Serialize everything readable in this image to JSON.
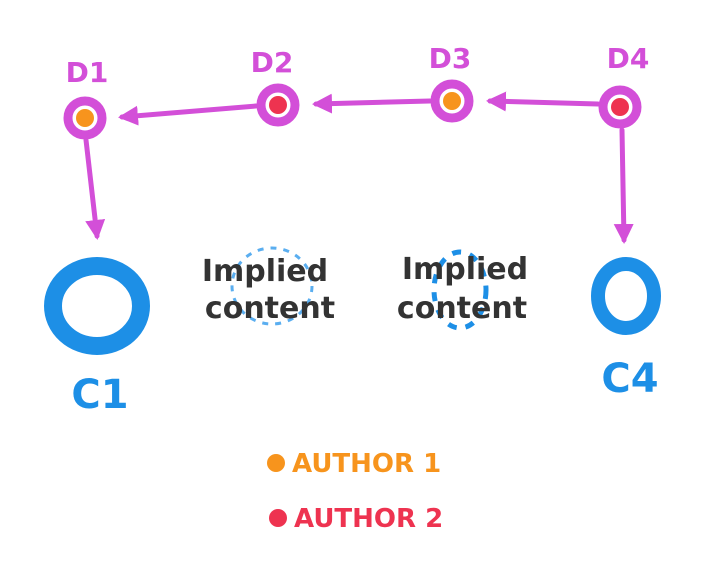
{
  "colors": {
    "magenta": "#d34fd8",
    "author1": "#f7941d",
    "author2": "#ee3350",
    "blue": "#1d8fe6",
    "ink": "#333333"
  },
  "nodes": [
    {
      "label": "D1",
      "author": "author1"
    },
    {
      "label": "D2",
      "author": "author2"
    },
    {
      "label": "D3",
      "author": "author1"
    },
    {
      "label": "D4",
      "author": "author2"
    }
  ],
  "content": [
    {
      "label": "C1"
    },
    {
      "label": "C4"
    }
  ],
  "implied": [
    {
      "line1": "Implied",
      "line2": "content"
    },
    {
      "line1": "Implied",
      "line2": "content"
    }
  ],
  "legend": [
    {
      "label": "AUTHOR 1",
      "author": "author1"
    },
    {
      "label": "AUTHOR 2",
      "author": "author2"
    }
  ]
}
